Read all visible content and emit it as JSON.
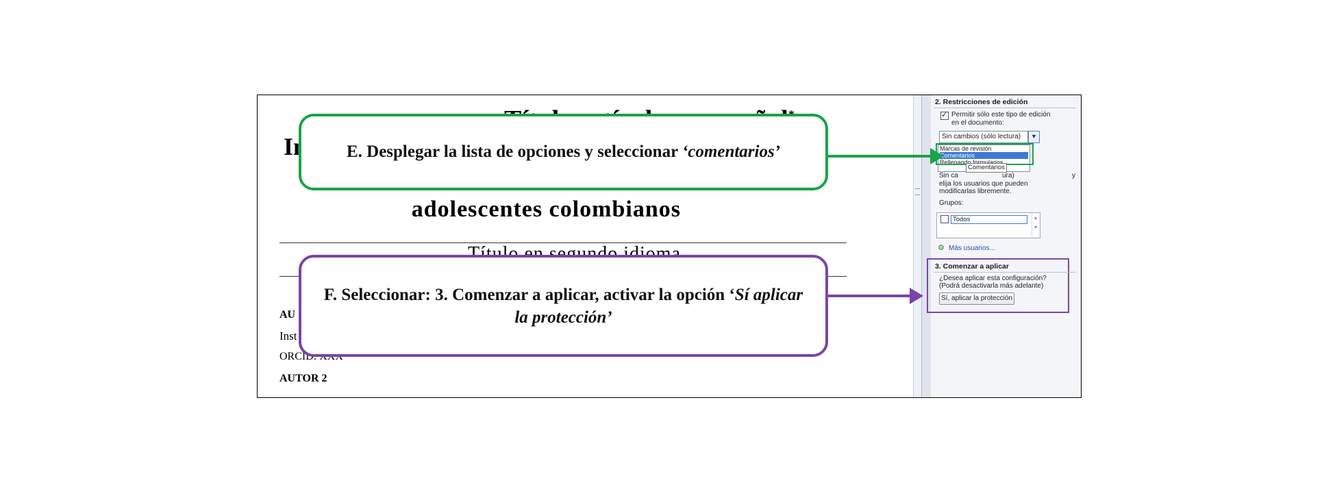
{
  "document": {
    "title_top": "Título artículo en español",
    "title_line1_left": "In",
    "title_line1_right": "a",
    "title_line2_right": "e",
    "title_line3": "adolescentes colombianos",
    "subtitle": "Título en segundo idioma",
    "author_heading_fragment": "AU",
    "institution_fragment": "Inst",
    "orcid": "ORCID: XXX",
    "author2": "AUTOR 2"
  },
  "pane": {
    "section2_title": "2. Restricciones de edición",
    "allow_label_line1": "Permitir sólo este tipo de edición",
    "allow_label_line2": "en el documento:",
    "select_value": "Sin cambios (sólo lectura)",
    "dropdown_options": [
      "Marcas de revisión",
      "Comentarios",
      "Rellenando formularios"
    ],
    "tooltip": "Comentarios",
    "behind_fragment": "Sin ca",
    "behind_fragment_end": "ura)",
    "right_fragment": "y",
    "users_line1": "elija los usuarios que pueden",
    "users_line2": "modificarlas libremente.",
    "groups_label": "Grupos:",
    "group_item": "Todos",
    "more_users": "Más usuarios...",
    "section3_title": "3. Comenzar a aplicar",
    "question_line1": "¿Desea aplicar esta configuración?",
    "question_line2": "(Podrá desactivarla más adelante)",
    "apply_button": "Sí, aplicar la protección"
  },
  "callouts": {
    "e_text": "E. Desplegar la lista de opciones y seleccionar ",
    "e_italic": "‘comentarios’",
    "f_text": "F. Seleccionar: 3. Comenzar a aplicar, activar la opción ‘",
    "f_italic": "Sí aplicar la protección’"
  },
  "colors": {
    "green": "#1aa34a",
    "purple": "#7a45a8",
    "selection_blue": "#3d79d8"
  },
  "icons": {
    "checkbox_checked": "checkbox-checked-icon",
    "dropdown": "chevron-down-icon",
    "users": "users-icon"
  }
}
